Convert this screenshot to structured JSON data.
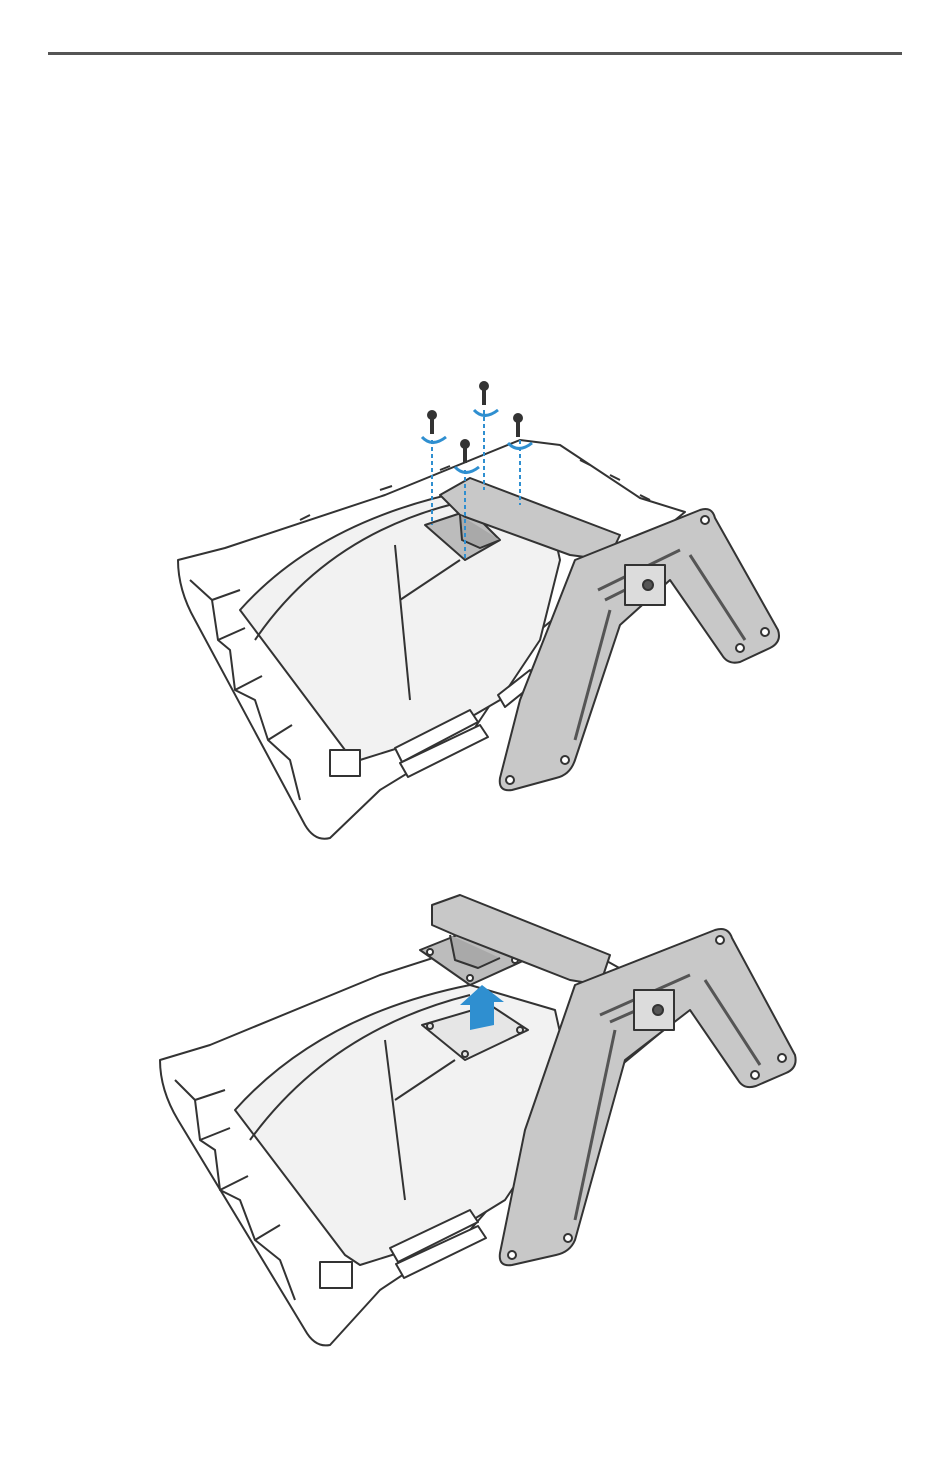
{
  "page": {
    "background": "#ffffff",
    "rule_color": "#555555"
  },
  "figures": [
    {
      "name": "remove-screws-step",
      "icons": [
        "screw-icon",
        "rotate-arrow-icon"
      ],
      "screw_count": 4,
      "accent_color": "#2f8fd0"
    },
    {
      "name": "lift-stand-step",
      "icons": [
        "up-arrow-icon"
      ],
      "accent_color": "#2f8fd0"
    }
  ],
  "colors": {
    "outline": "#333333",
    "panel_fill": "#f2f2f2",
    "stand_fill": "#c8c8c8",
    "stand_fill_dark": "#a9a9a9",
    "accent": "#2f8fd0"
  }
}
